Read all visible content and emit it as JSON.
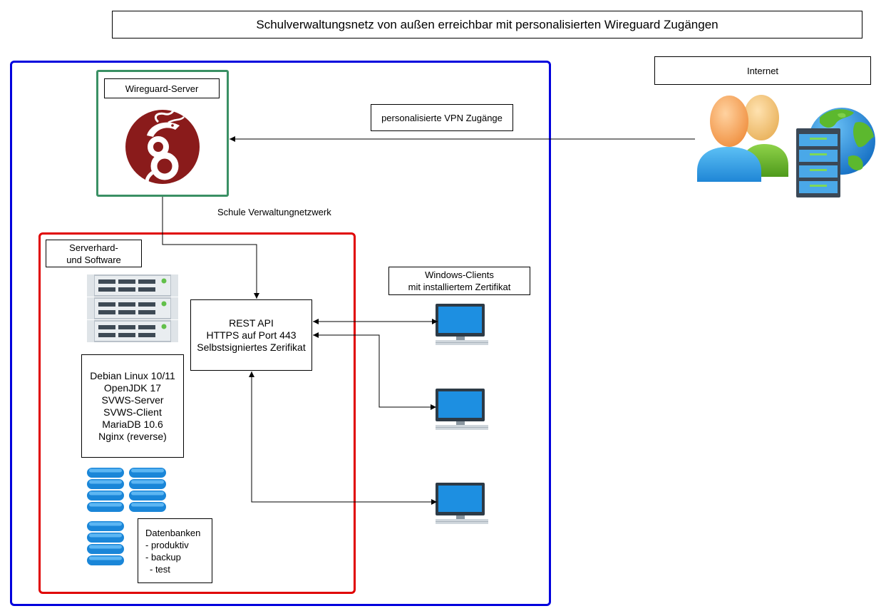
{
  "title": "Schulverwaltungsnetz von außen erreichbar mit personalisierten Wireguard Zugängen",
  "internet": {
    "label": "Internet",
    "icons": [
      "users-icon",
      "server-icon",
      "globe-icon"
    ]
  },
  "vpn_label": "personalisierte VPN Zugänge",
  "school_network": {
    "label": "Schule Verwaltungnetzwerk",
    "wireguard": {
      "label": "Wireguard-Server",
      "logo": "wireguard-logo-icon"
    },
    "server_section": {
      "label_line1": "Serverhard-",
      "label_line2": "und Software",
      "icon": "server-rack-icon",
      "software": [
        "Debian Linux 10/11",
        "OpenJDK 17",
        "SVWS-Server",
        "SVWS-Client",
        "MariaDB 10.6",
        "Nginx (reverse)"
      ],
      "databases": {
        "icon": "database-icon",
        "title": "Datenbanken",
        "items": [
          "- produktiv",
          "- backup",
          "- test"
        ]
      }
    },
    "rest_api": {
      "line1": "REST API",
      "line2": "HTTPS auf Port 443",
      "line3": "Selbstsigniertes Zerifikat"
    },
    "clients": {
      "label_line1": "Windows-Clients",
      "label_line2": "mit installiertem Zertifikat",
      "devices": [
        "monitor-icon",
        "monitor-icon",
        "monitor-icon"
      ]
    }
  },
  "colors": {
    "school_network_border": "#0000dd",
    "wireguard_border": "#3a9064",
    "server_area_border": "#e00000",
    "wireguard_logo": "#8a1b1b",
    "connector": "#000000"
  }
}
